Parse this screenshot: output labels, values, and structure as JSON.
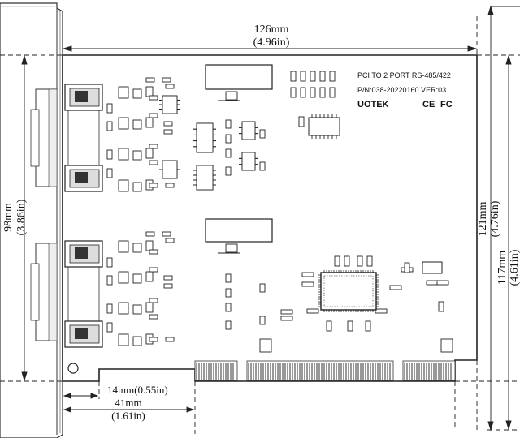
{
  "dimensions": {
    "width_top": {
      "mm": "126mm",
      "in": "(4.96in)"
    },
    "height_left": {
      "mm": "98mm",
      "in": "(3.86in)"
    },
    "height_right_inner": {
      "mm": "121mm",
      "in": "(4.76in)"
    },
    "height_right_outer": {
      "mm": "117mm",
      "in": "(4.61in)"
    },
    "bottom_small": {
      "text": "14mm(0.55in)"
    },
    "bottom_large": {
      "mm": "41mm",
      "in": "(1.61in)"
    }
  },
  "board": {
    "title": "PCI TO 2 PORT RS-485/422",
    "part_number": "P/N:038-20220160 VER:03",
    "brand": "UOTEK",
    "ce_mark": "CE",
    "fc_mark": "FC"
  }
}
